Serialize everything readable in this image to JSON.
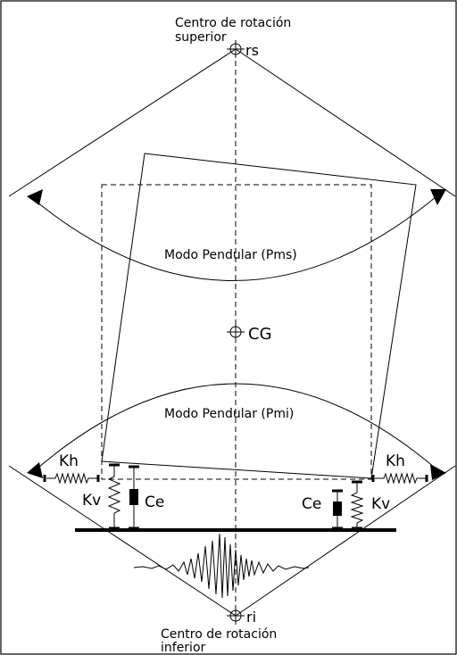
{
  "labels": {
    "top_center_line1": "Centro de rotación",
    "top_center_line2": "superior",
    "top_point": "rs",
    "cg": "CG",
    "mode_upper": "Modo Pendular (Pms)",
    "mode_lower": "Modo Pendular (Pmi)",
    "kh_left": "Kh",
    "kh_right": "Kh",
    "kv_left": "Kv",
    "kv_right": "Kv",
    "ce_left": "Ce",
    "ce_right": "Ce",
    "bottom_point": "ri",
    "bottom_center_line1": "Centro de rotación",
    "bottom_center_line2": "inferior"
  }
}
